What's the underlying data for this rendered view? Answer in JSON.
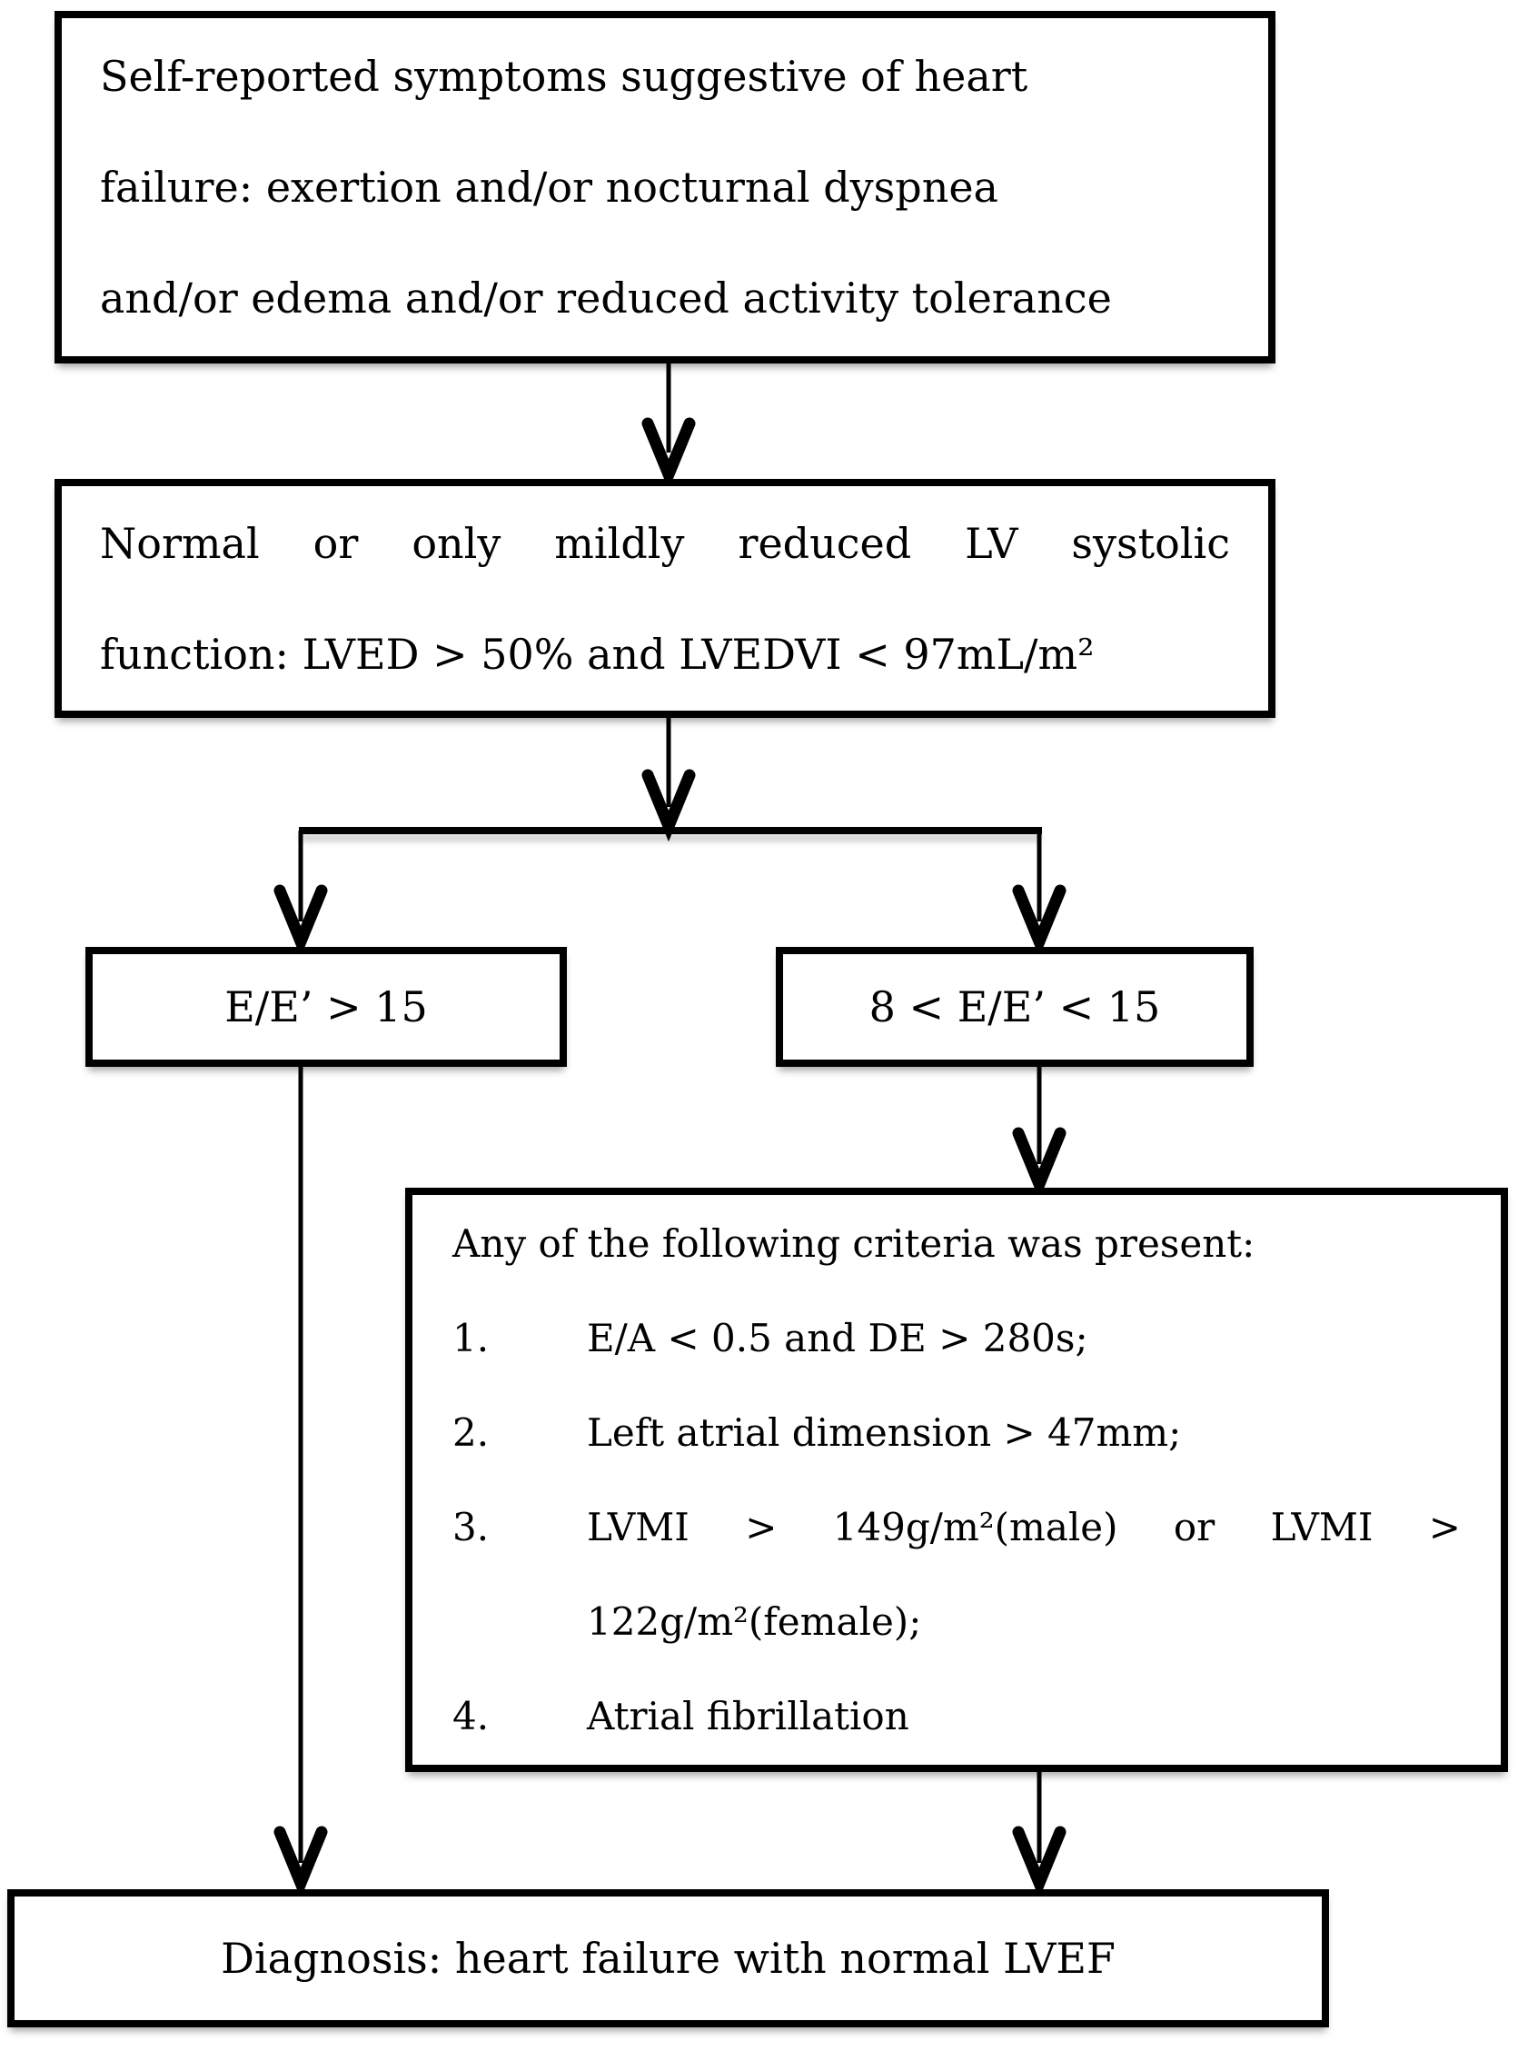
{
  "colors": {
    "ink": "#000000",
    "background": "#ffffff"
  },
  "boxes": {
    "symptoms": {
      "lines": [
        "Self-reported symptoms suggestive of heart",
        "failure: exertion and/or nocturnal dyspnea",
        "and/or edema and/or reduced activity tolerance"
      ]
    },
    "lv_function": {
      "lines": [
        "Normal or only mildly reduced LV systolic",
        "function: LVED > 50% and LVEDVI < 97mL/m²"
      ]
    },
    "ee_high": {
      "label": "E/E’ > 15"
    },
    "ee_mid": {
      "label": "8 < E/E’ < 15"
    },
    "criteria": {
      "heading": "Any of the following criteria was present:",
      "items": [
        {
          "number": "1.",
          "lines": [
            "E/A < 0.5 and DE > 280s;"
          ]
        },
        {
          "number": "2.",
          "lines": [
            "Left atrial dimension > 47mm;"
          ]
        },
        {
          "number": "3.",
          "lines": [
            "LVMI > 149g/m²(male) or LVMI >",
            "122g/m²(female);"
          ]
        },
        {
          "number": "4.",
          "lines": [
            "Atrial fibrillation"
          ]
        }
      ]
    },
    "diagnosis": {
      "label": "Diagnosis: heart failure with normal LVEF"
    }
  }
}
